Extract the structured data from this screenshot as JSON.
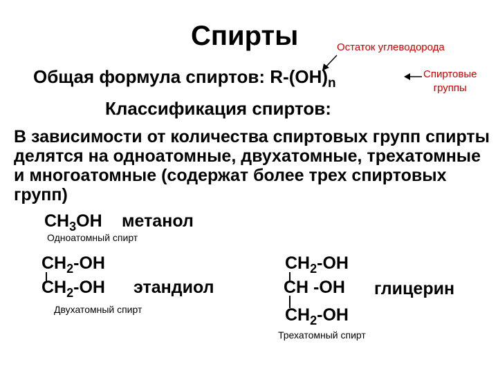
{
  "title": "Спирты",
  "annotation_residue": "Остаток углеводорода",
  "formula": {
    "prefix": "Общая формула спиртов: R-(OH)",
    "subscript": "n"
  },
  "annotation_groups": {
    "line1": "Спиртовые",
    "line2": "группы"
  },
  "classification_heading": "Классификация спиртов:",
  "paragraph": "В зависимости от количества спиртовых групп спирты делятся на одноатомные, двухатомные, трехатомные и многоатомные (содержат более трех спиртовых групп)",
  "methanol": {
    "pre": "CH",
    "sub": "3",
    "post": "OH",
    "name": "метанол",
    "caption": "Одноатомный спирт"
  },
  "ethanediol": {
    "line1": {
      "pre": "CH",
      "sub": "2",
      "post": "-OH"
    },
    "line2": {
      "pre": "CH",
      "sub": "2",
      "post": "-OH"
    },
    "name": "этандиол",
    "caption": "Двухатомный спирт"
  },
  "glycerol": {
    "line1": {
      "pre": "CH",
      "sub": "2",
      "post": "-OH"
    },
    "line2": {
      "text": "CH -OH"
    },
    "line3": {
      "pre": "CH",
      "sub": "2",
      "post": "-OH"
    },
    "name": "глицерин",
    "caption": "Трехатомный спирт"
  },
  "colors": {
    "annotation": "#cc0000",
    "text": "#000000",
    "background": "#ffffff"
  }
}
